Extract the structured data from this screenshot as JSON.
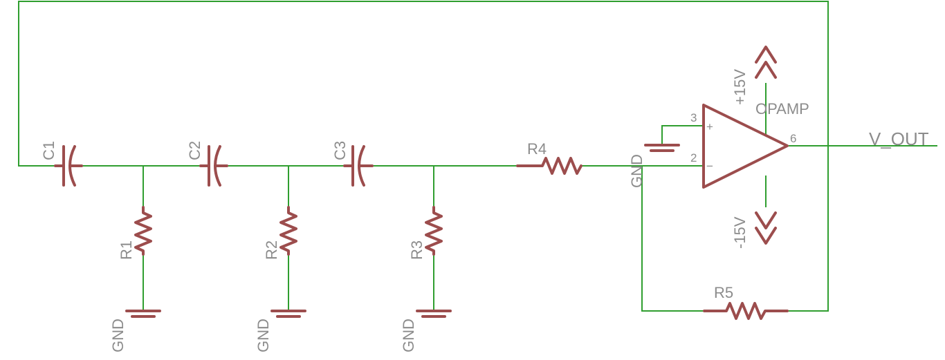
{
  "schematic": {
    "components": {
      "c1": "C1",
      "c2": "C2",
      "c3": "C3",
      "r1": "R1",
      "r2": "R2",
      "r3": "R3",
      "r4": "R4",
      "r5": "R5",
      "opamp": "OPAMP"
    },
    "nets": {
      "gnd": "GND",
      "pos_supply": "+15V",
      "neg_supply": "-15V",
      "output": "V_OUT"
    },
    "pins": {
      "noninv_num": "3",
      "inv_num": "2",
      "out_num": "6",
      "plus_sign": "+",
      "minus_sign": "−"
    },
    "colors": {
      "wire": "#2f9e2f",
      "part": "#9c4d4d",
      "label": "#8c8c8c"
    }
  }
}
